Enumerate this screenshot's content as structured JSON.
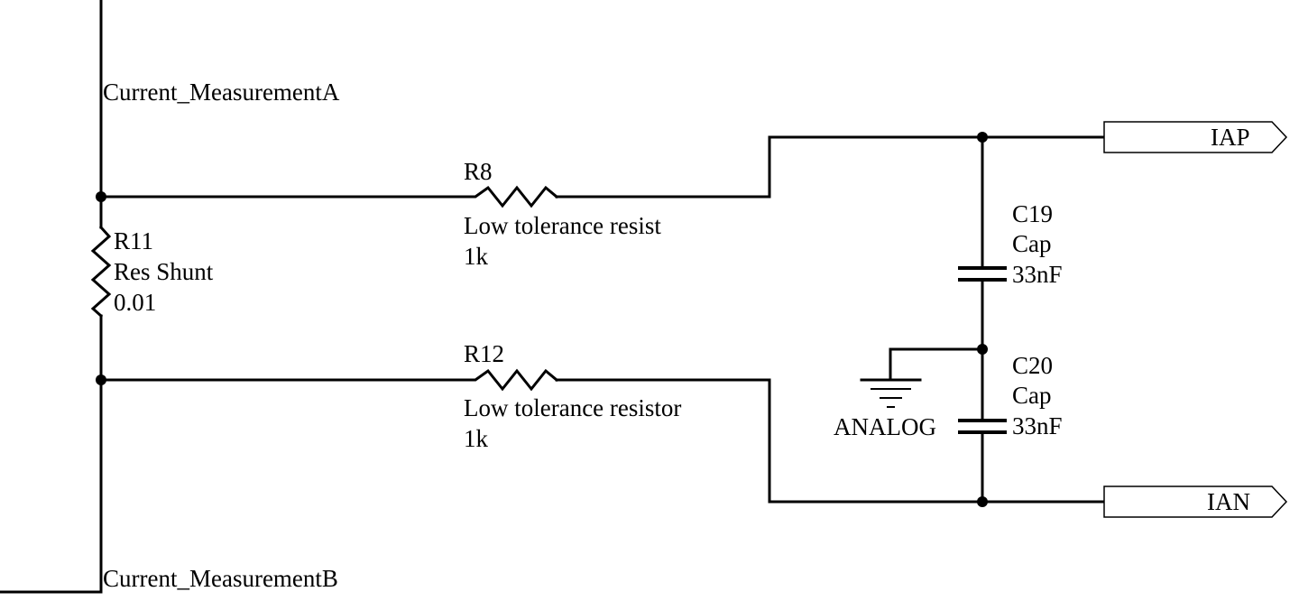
{
  "nets": {
    "top_left": "Current_MeasurementA",
    "bottom_left": "Current_MeasurementB"
  },
  "shunt": {
    "designator": "R11",
    "comment": "Res Shunt",
    "value": "0.01"
  },
  "resistor_top": {
    "designator": "R8",
    "comment": "Low tolerance resist",
    "value": "1k"
  },
  "resistor_bottom": {
    "designator": "R12",
    "comment": "Low tolerance resistor",
    "value": "1k"
  },
  "cap_top": {
    "designator": "C19",
    "comment": "Cap",
    "value": "33nF"
  },
  "cap_bottom": {
    "designator": "C20",
    "comment": "Cap",
    "value": "33nF"
  },
  "ground": {
    "label": "ANALOG"
  },
  "ports": {
    "positive": "IAP",
    "negative": "IAN"
  }
}
